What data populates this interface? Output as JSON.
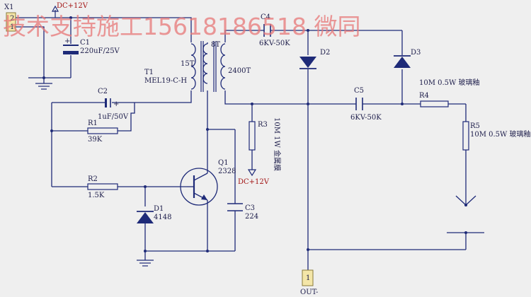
{
  "watermark": "技术支持施工15618186518 微同",
  "colors": {
    "wire": "#1e2a78",
    "background": "#efefef",
    "watermark": "#e87878",
    "label": "#1c1c4a",
    "supply": "#a31515",
    "connector": "#f4e6a8"
  },
  "components": {
    "x1": {
      "ref": "X1",
      "pins": [
        "2",
        "1"
      ]
    },
    "c1": {
      "ref": "C1",
      "value": "220uF/25V"
    },
    "supply_top": "DC+12V",
    "supply_r3": "DC+12V",
    "t1": {
      "ref": "T1",
      "part": "MEL19-C-H",
      "primary": "15T",
      "secondary": "2400T",
      "feedback": "8T"
    },
    "c2": {
      "ref": "C2",
      "value": "1uF/50V"
    },
    "r1": {
      "ref": "R1",
      "value": "39K"
    },
    "r2": {
      "ref": "R2",
      "value": "1.5K"
    },
    "d1": {
      "ref": "D1",
      "value": "4148"
    },
    "q1": {
      "ref": "Q1",
      "value": "2328"
    },
    "c3": {
      "ref": "C3",
      "value": "224"
    },
    "r3": {
      "ref": "R3",
      "value": "10M 1W 金属膜"
    },
    "c4": {
      "ref": "C4",
      "value": "6KV-50K"
    },
    "d2": {
      "ref": "D2"
    },
    "d3": {
      "ref": "D3"
    },
    "c5": {
      "ref": "C5",
      "value": "6KV-50K"
    },
    "r4": {
      "ref": "R4",
      "value": "10M 0.5W 玻璃釉"
    },
    "r5": {
      "ref": "R5",
      "value": "10M 0.5W 玻璃釉"
    },
    "out": {
      "pin": "1",
      "label": "OUT-"
    }
  }
}
